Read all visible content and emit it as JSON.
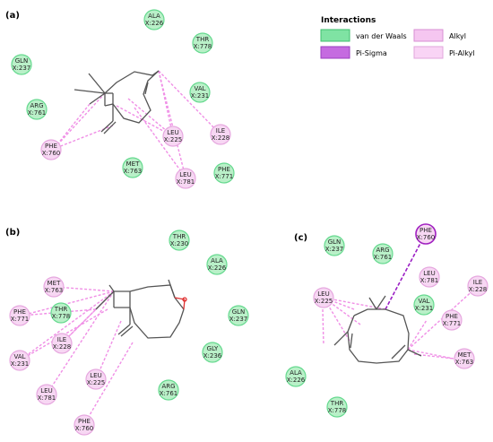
{
  "panels": {
    "a": {
      "label": "(a)"
    },
    "b": {
      "label": "(b)"
    },
    "c": {
      "label": "(c)"
    }
  },
  "legend": {
    "title": "Interactions",
    "items": [
      {
        "label": "van der Waals",
        "color": "#7fe3a3",
        "border": "#3fbf6f"
      },
      {
        "label": "Pi-Sigma",
        "color": "#c56be0",
        "border": "#9b3fbf"
      },
      {
        "label": "Alkyl",
        "color": "#f5c6f0",
        "border": "#d88fd3"
      },
      {
        "label": "Pi-Alkyl",
        "color": "#f9d4f5",
        "border": "#e1a6dc"
      }
    ]
  },
  "colors": {
    "vdw_fill": "#b9f0c8",
    "vdw_border": "#66d98f",
    "alkyl_fill": "#f7d7f3",
    "alkyl_border": "#e6a8df",
    "pisigma_fill": "#f7d7f3",
    "pisigma_border": "#a020c0",
    "alkyl_line": "#f08fe6",
    "pisigma_line": "#9b1fc4",
    "molecule": "#555555",
    "epoxide_o": "#e03030"
  },
  "residues": {
    "a": [
      {
        "id": "a-ala226",
        "line1": "ALA",
        "line2": "X:226",
        "kind": "vdw"
      },
      {
        "id": "a-thr778",
        "line1": "THR",
        "line2": "X:778",
        "kind": "vdw"
      },
      {
        "id": "a-gln237",
        "line1": "GLN",
        "line2": "X:237",
        "kind": "vdw"
      },
      {
        "id": "a-val231",
        "line1": "VAL",
        "line2": "X:231",
        "kind": "vdw"
      },
      {
        "id": "a-arg761",
        "line1": "ARG",
        "line2": "X:761",
        "kind": "vdw"
      },
      {
        "id": "a-ile228",
        "line1": "ILE",
        "line2": "X:228",
        "kind": "alkyl"
      },
      {
        "id": "a-leu225",
        "line1": "LEU",
        "line2": "X:225",
        "kind": "alkyl"
      },
      {
        "id": "a-phe760",
        "line1": "PHE",
        "line2": "X:760",
        "kind": "alkyl"
      },
      {
        "id": "a-met763",
        "line1": "MET",
        "line2": "X:763",
        "kind": "vdw"
      },
      {
        "id": "a-phe771",
        "line1": "PHE",
        "line2": "X:771",
        "kind": "vdw"
      },
      {
        "id": "a-leu781",
        "line1": "LEU",
        "line2": "X:781",
        "kind": "alkyl"
      }
    ],
    "b": [
      {
        "id": "b-thr230",
        "line1": "THR",
        "line2": "X:230",
        "kind": "vdw"
      },
      {
        "id": "b-ala226",
        "line1": "ALA",
        "line2": "X:226",
        "kind": "vdw"
      },
      {
        "id": "b-met763",
        "line1": "MET",
        "line2": "X:763",
        "kind": "alkyl"
      },
      {
        "id": "b-phe771",
        "line1": "PHE",
        "line2": "X:771",
        "kind": "alkyl"
      },
      {
        "id": "b-thr778",
        "line1": "THR",
        "line2": "X:778",
        "kind": "vdw"
      },
      {
        "id": "b-gln237",
        "line1": "GLN",
        "line2": "X:237",
        "kind": "vdw"
      },
      {
        "id": "b-ile228",
        "line1": "ILE",
        "line2": "X:228",
        "kind": "alkyl"
      },
      {
        "id": "b-val231",
        "line1": "VAL",
        "line2": "X:231",
        "kind": "alkyl"
      },
      {
        "id": "b-gly236",
        "line1": "GLY",
        "line2": "X:236",
        "kind": "vdw"
      },
      {
        "id": "b-leu225",
        "line1": "LEU",
        "line2": "X:225",
        "kind": "alkyl"
      },
      {
        "id": "b-leu781",
        "line1": "LEU",
        "line2": "X:781",
        "kind": "alkyl"
      },
      {
        "id": "b-arg761",
        "line1": "ARG",
        "line2": "X:761",
        "kind": "vdw"
      },
      {
        "id": "b-phe760",
        "line1": "PHE",
        "line2": "X:760",
        "kind": "alkyl"
      }
    ],
    "c": [
      {
        "id": "c-gln237",
        "line1": "GLN",
        "line2": "X:237",
        "kind": "vdw"
      },
      {
        "id": "c-arg761",
        "line1": "ARG",
        "line2": "X:761",
        "kind": "vdw"
      },
      {
        "id": "c-phe760",
        "line1": "PHE",
        "line2": "X:760",
        "kind": "pisigma"
      },
      {
        "id": "c-leu781",
        "line1": "LEU",
        "line2": "X:781",
        "kind": "alkyl"
      },
      {
        "id": "c-ile228",
        "line1": "ILE",
        "line2": "X:228",
        "kind": "alkyl"
      },
      {
        "id": "c-leu225",
        "line1": "LEU",
        "line2": "X:225",
        "kind": "alkyl"
      },
      {
        "id": "c-val231",
        "line1": "VAL",
        "line2": "X:231",
        "kind": "vdw"
      },
      {
        "id": "c-phe771",
        "line1": "PHE",
        "line2": "X:771",
        "kind": "alkyl"
      },
      {
        "id": "c-met763",
        "line1": "MET",
        "line2": "X:763",
        "kind": "alkyl"
      },
      {
        "id": "c-ala226",
        "line1": "ALA",
        "line2": "X:226",
        "kind": "vdw"
      },
      {
        "id": "c-thr778",
        "line1": "THR",
        "line2": "X:778",
        "kind": "vdw"
      }
    ]
  }
}
